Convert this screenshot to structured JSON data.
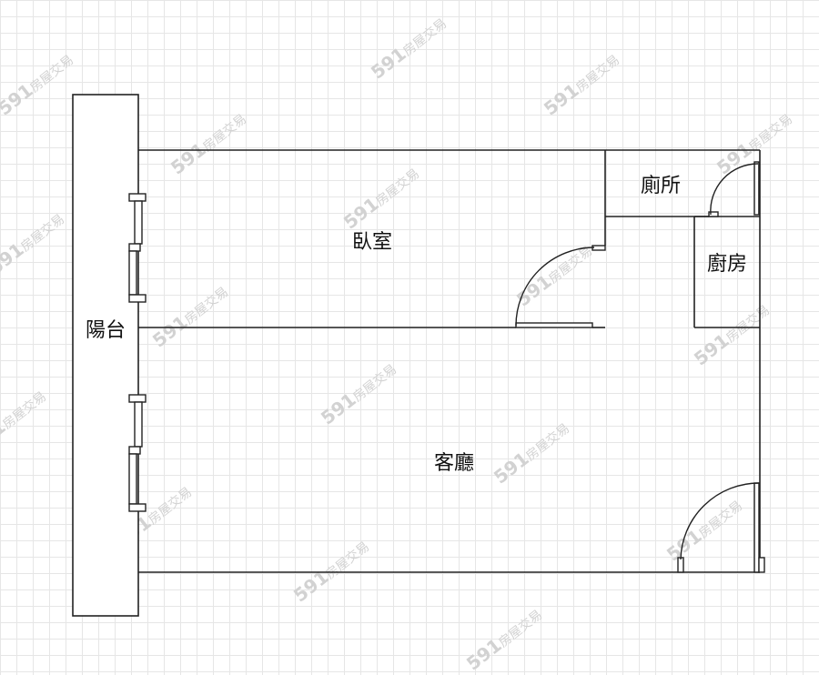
{
  "rooms": {
    "balcony": "陽台",
    "bedroom": "臥室",
    "bathroom": "廁所",
    "kitchen": "廚房",
    "living_room": "客廳"
  },
  "watermark": {
    "brand_number": "591",
    "brand_text": "房屋交易"
  },
  "colors": {
    "wall": "#222222",
    "grid": "#e6e6e6",
    "watermark": "#d2d2d2"
  }
}
